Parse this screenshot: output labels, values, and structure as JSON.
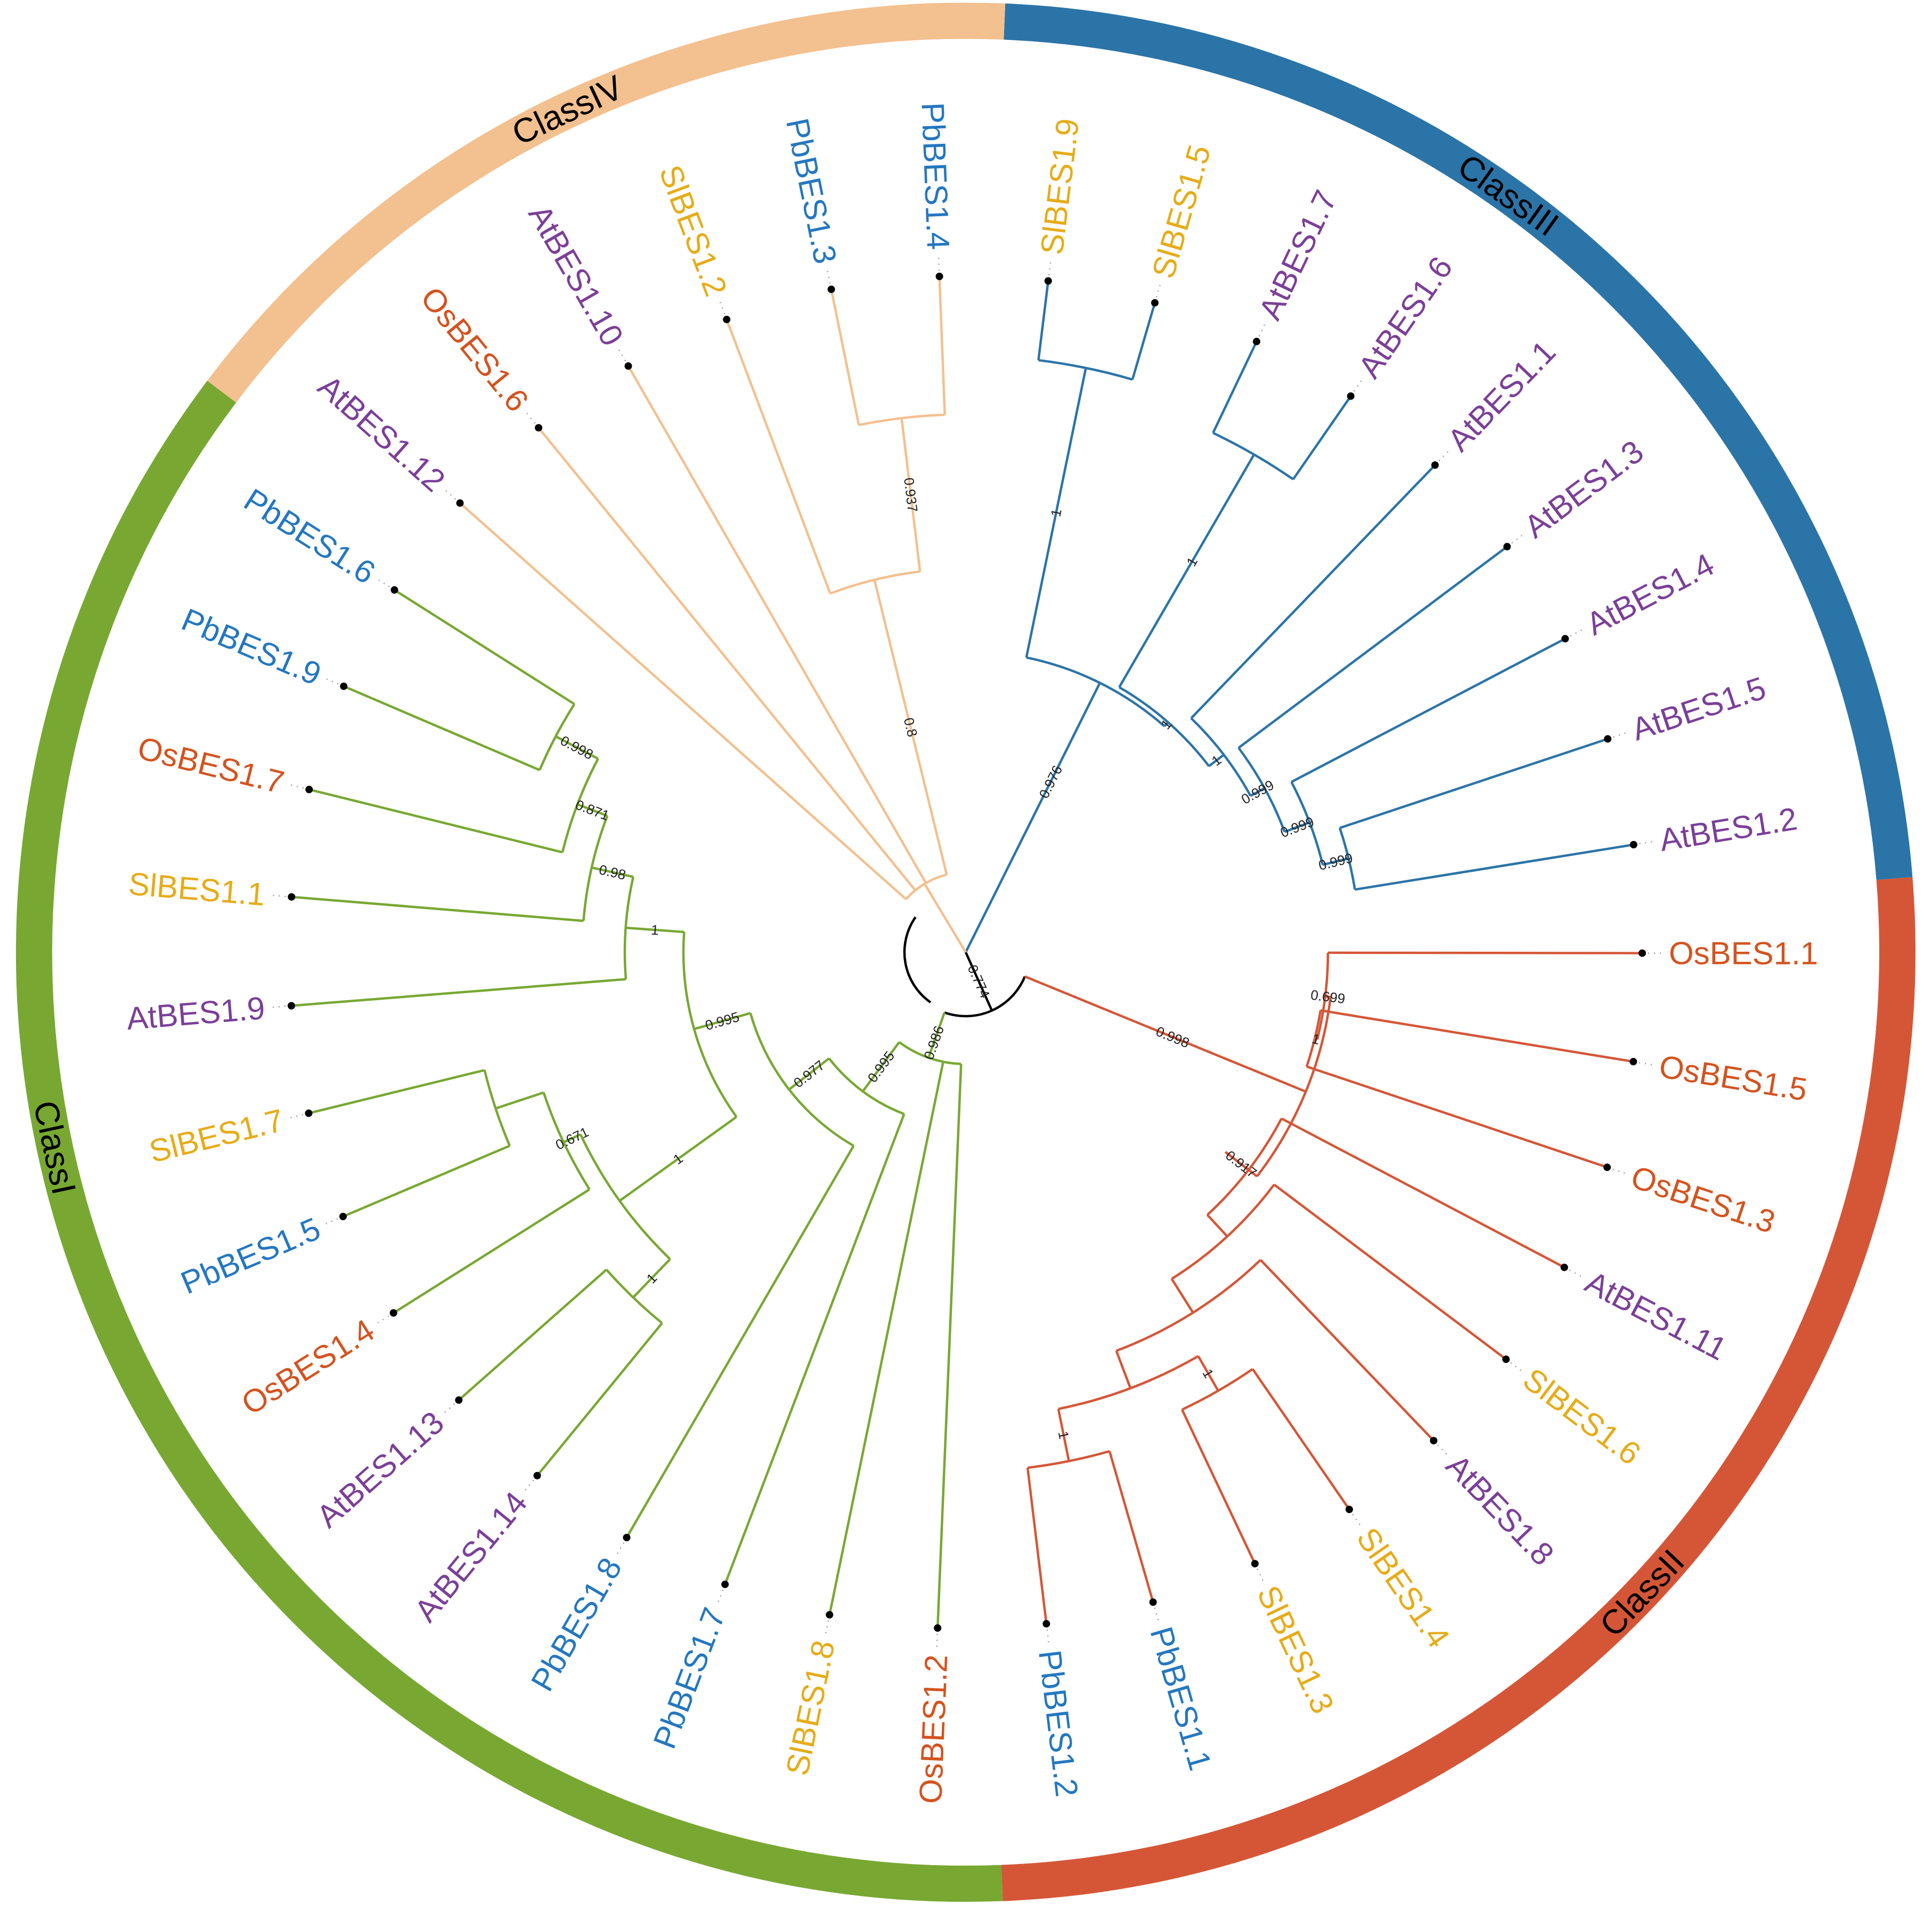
{
  "tree": {
    "colors": {
      "classI": "#78a832",
      "classII": "#d55637",
      "classIII": "#2b74a8",
      "classIV": "#f3c08f",
      "At": "#7b3f98",
      "Os": "#d4531f",
      "Pb": "#2477c0",
      "Sl": "#e6ac18",
      "root": "#000000"
    },
    "classes": [
      {
        "id": "III",
        "label": "ClassIII"
      },
      {
        "id": "II",
        "label": "ClassII"
      },
      {
        "id": "I",
        "label": "ClassI"
      },
      {
        "id": "IV",
        "label": "ClassIV"
      }
    ],
    "leaves": [
      {
        "id": "sl19",
        "label": "SlBES1.9",
        "species": "Sl"
      },
      {
        "id": "sl15",
        "label": "SlBES1.5",
        "species": "Sl"
      },
      {
        "id": "at17",
        "label": "AtBES1.7",
        "species": "At"
      },
      {
        "id": "at16",
        "label": "AtBES1.6",
        "species": "At"
      },
      {
        "id": "at11",
        "label": "AtBES1.1",
        "species": "At"
      },
      {
        "id": "at13",
        "label": "AtBES1.3",
        "species": "At"
      },
      {
        "id": "at14",
        "label": "AtBES1.4",
        "species": "At"
      },
      {
        "id": "at15",
        "label": "AtBES1.5",
        "species": "At"
      },
      {
        "id": "at12",
        "label": "AtBES1.2",
        "species": "At"
      },
      {
        "id": "os11",
        "label": "OsBES1.1",
        "species": "Os"
      },
      {
        "id": "os15",
        "label": "OsBES1.5",
        "species": "Os"
      },
      {
        "id": "os13",
        "label": "OsBES1.3",
        "species": "Os"
      },
      {
        "id": "at111",
        "label": "AtBES1.11",
        "species": "At"
      },
      {
        "id": "sl16",
        "label": "SlBES1.6",
        "species": "Sl"
      },
      {
        "id": "at18",
        "label": "AtBES1.8",
        "species": "At"
      },
      {
        "id": "sl14",
        "label": "SlBES1.4",
        "species": "Sl"
      },
      {
        "id": "sl13",
        "label": "SlBES1.3",
        "species": "Sl"
      },
      {
        "id": "pb11",
        "label": "PbBES1.1",
        "species": "Pb"
      },
      {
        "id": "pb12",
        "label": "PbBES1.2",
        "species": "Pb"
      },
      {
        "id": "os12",
        "label": "OsBES1.2",
        "species": "Os"
      },
      {
        "id": "sl18",
        "label": "SlBES1.8",
        "species": "Sl"
      },
      {
        "id": "pb17",
        "label": "PbBES1.7",
        "species": "Pb"
      },
      {
        "id": "pb18",
        "label": "PbBES1.8",
        "species": "Pb"
      },
      {
        "id": "at114",
        "label": "AtBES1.14",
        "species": "At"
      },
      {
        "id": "at113",
        "label": "AtBES1.13",
        "species": "At"
      },
      {
        "id": "os14",
        "label": "OsBES1.4",
        "species": "Os"
      },
      {
        "id": "pb15",
        "label": "PbBES1.5",
        "species": "Pb"
      },
      {
        "id": "sl17",
        "label": "SlBES1.7",
        "species": "Sl"
      },
      {
        "id": "at19",
        "label": "AtBES1.9",
        "species": "At"
      },
      {
        "id": "sl11",
        "label": "SlBES1.1",
        "species": "Sl"
      },
      {
        "id": "os17",
        "label": "OsBES1.7",
        "species": "Os"
      },
      {
        "id": "pb19",
        "label": "PbBES1.9",
        "species": "Pb"
      },
      {
        "id": "pb16",
        "label": "PbBES1.6",
        "species": "Pb"
      },
      {
        "id": "at112",
        "label": "AtBES1.12",
        "species": "At"
      },
      {
        "id": "os16",
        "label": "OsBES1.6",
        "species": "Os"
      },
      {
        "id": "at110",
        "label": "AtBES1.10",
        "species": "At"
      },
      {
        "id": "sl12",
        "label": "SlBES1.2",
        "species": "Sl"
      },
      {
        "id": "pb13",
        "label": "PbBES1.3",
        "species": "Pb"
      },
      {
        "id": "pb14",
        "label": "PbBES1.4",
        "species": "Pb"
      }
    ],
    "supports": [
      "1",
      "1",
      "1",
      "1",
      "0.999",
      "0.999",
      "0.999",
      "0.976",
      "0.699",
      "1",
      "0.917",
      "1",
      "1",
      "0.998",
      "0.774",
      "0.986",
      "0.995",
      "0.977",
      "0.995",
      "1",
      "0.671",
      "1",
      "0.998",
      "0.871",
      "0.98",
      "1",
      "0.937",
      "0.8"
    ]
  }
}
